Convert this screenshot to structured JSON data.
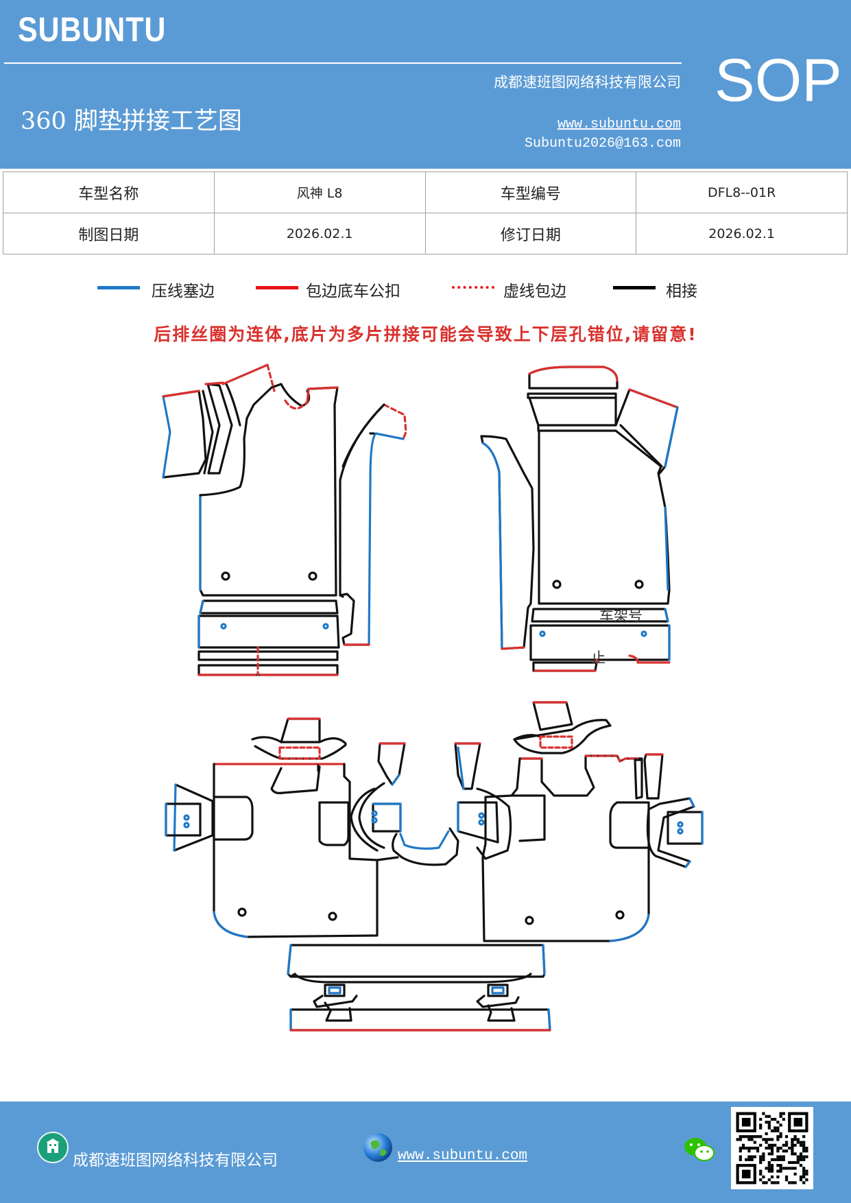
{
  "header": {
    "brand": "SUBUNTU",
    "company": "成都速班图网络科技有限公司",
    "title": "360 脚垫拼接工艺图",
    "website": "www.subuntu.com",
    "email": "Subuntu2026@163.com",
    "sop": "SOP"
  },
  "info_table": {
    "row1": {
      "label1": "车型名称",
      "value1": "风神 L8",
      "label2": "车型编号",
      "value2": "DFL8--01R"
    },
    "row2": {
      "label1": "制图日期",
      "value1": "2026.02.1",
      "label2": "修订日期",
      "value2": "2026.02.1"
    }
  },
  "legend": [
    {
      "label": "压线塞边",
      "color": "#1f78c8",
      "style": "solid"
    },
    {
      "label": "包边底车公扣",
      "color": "#e8151b",
      "style": "solid"
    },
    {
      "label": "虚线包边",
      "color": "#e8151b",
      "style": "dashed"
    },
    {
      "label": "相接",
      "color": "#000000",
      "style": "solid"
    }
  ],
  "warning": "后排丝圈为连体,底片为多片拼接可能会导致上下层孔错位,请留意!",
  "diagram_labels": {
    "frame_no": "车架号",
    "stop": "止"
  },
  "colors": {
    "header_bg": "#5b9bd5",
    "blue_edge": "#1f78c8",
    "red_edge": "#d93030",
    "black_edge": "#111111"
  },
  "footer": {
    "company": "成都速班图网络科技有限公司",
    "website": "www.subuntu.com ",
    "icons": [
      "building-icon",
      "globe-icon",
      "wechat-icon",
      "qr-code"
    ]
  }
}
